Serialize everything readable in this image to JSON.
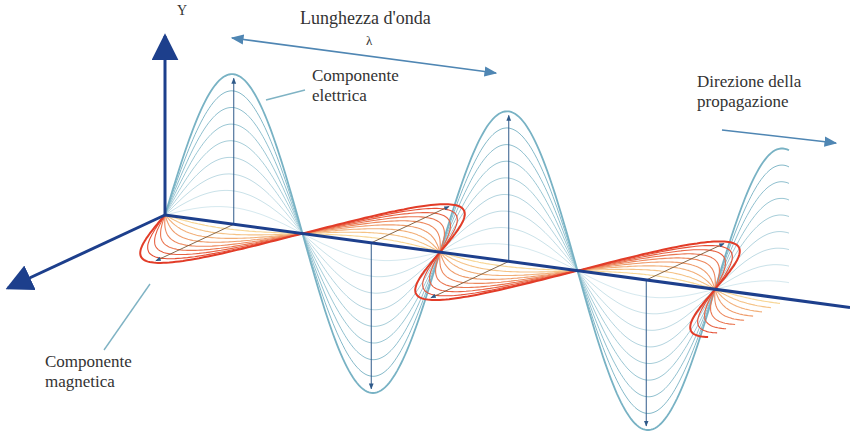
{
  "diagram": {
    "labels": [
      "Y",
      "Lunghezza d'onda",
      "λ",
      "Componente elettrica",
      "Direzione della propagazione",
      "Componente magnetica"
    ]
  }
}
